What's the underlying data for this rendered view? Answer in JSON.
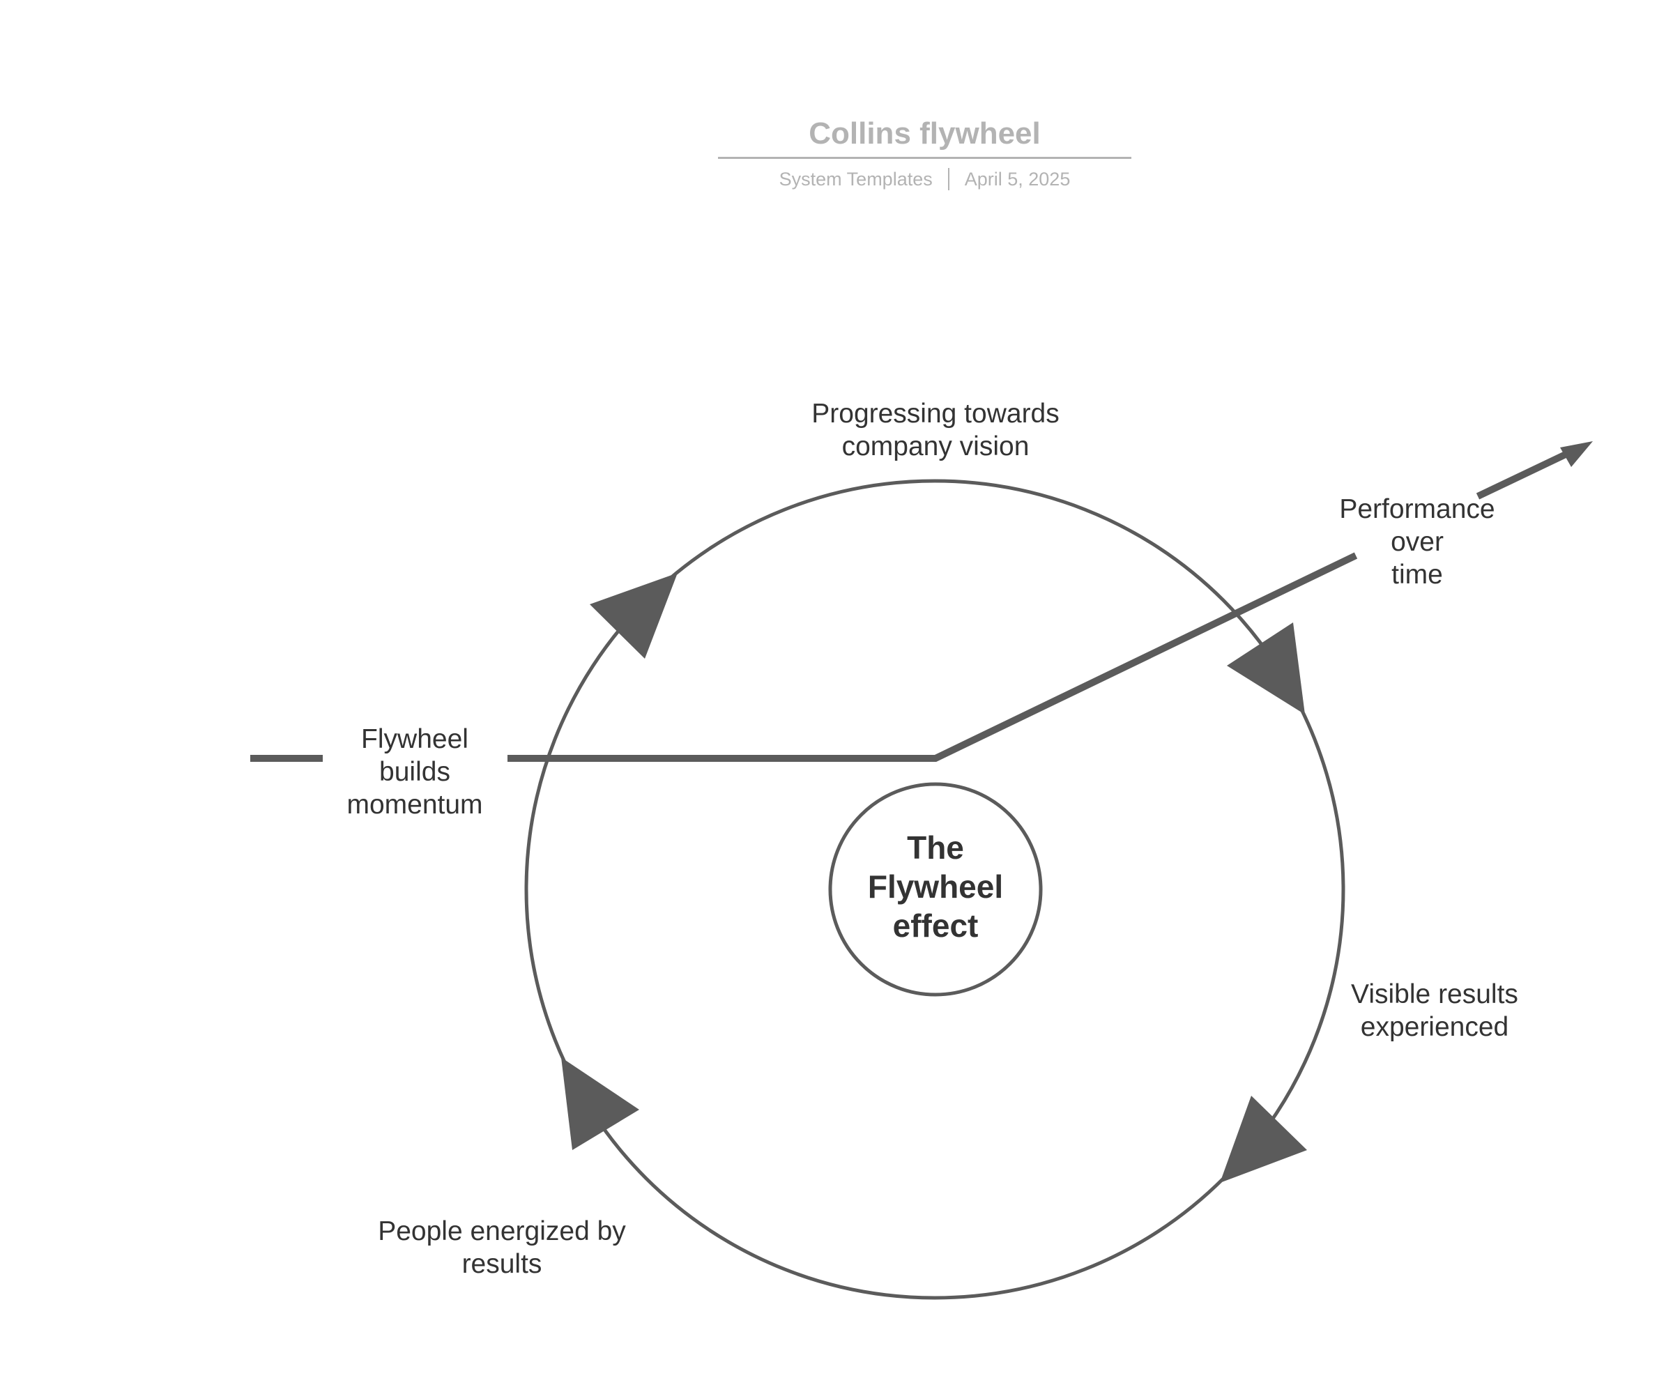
{
  "header": {
    "title": "Collins flywheel",
    "source": "System Templates",
    "date": "April 5, 2025"
  },
  "diagram": {
    "center_label": "The\nFlywheel\neffect",
    "cycle_labels": {
      "top": "Progressing towards\ncompany vision",
      "right": "Visible results\nexperienced",
      "bottom_left": "People energized by\nresults",
      "left": "Flywheel\nbuilds\nmomentum"
    },
    "trend_label": "Performance\nover\ntime",
    "colors": {
      "stroke": "#5b5b5b",
      "text": "#333333",
      "header": "#b3b3b3"
    }
  }
}
